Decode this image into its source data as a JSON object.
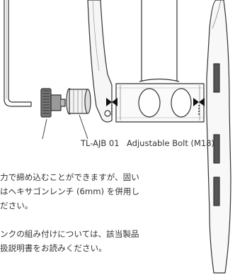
{
  "labels": {
    "tool": "TL-AJB 01",
    "bolt": "Adjustable Bolt (M18)"
  },
  "instructions": {
    "paragraph_1": [
      "力で締め込むことができますが、固い",
      "はヘキサゴンレンチ (6mm) を併用し",
      "ださい。"
    ],
    "paragraph_2": [
      "ンクの組み付けについては、該当製品",
      "扱説明書をお読みください。"
    ]
  }
}
